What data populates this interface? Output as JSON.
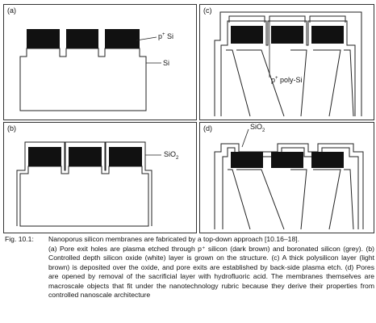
{
  "panels": {
    "a": {
      "label": "(a)",
      "p_si": "p",
      "p_si_sup": "+",
      "p_si_suffix": " Si",
      "si": "Si"
    },
    "b": {
      "label": "(b)",
      "sio2": "SiO",
      "sio2_sub": "2"
    },
    "c": {
      "label": "(c)",
      "poly_prefix": "p",
      "poly_sup": "+",
      "poly_suffix": " poly-Si"
    },
    "d": {
      "label": "(d)",
      "sio2": "SiO",
      "sio2_sub": "2"
    }
  },
  "caption": {
    "number": "Fig. 10.1:",
    "title": "Nanoporus silicon membranes are fabricated by a top-down approach [10.16–18].",
    "body": "(a) Pore exit holes are plasma etched through p⁺ silicon (dark brown) and boronated silicon (grey). (b) Controlled depth silicon oxide (white) layer is grown on the structure. (c) A thick polysilicon layer (light brown) is deposited over the oxide, and pore exits are established by back-side plasma etch. (d) Pores are opened by removal of the sacrificial layer with hydrofluoric acid. The membranes themselves are macroscale objects that fit under the nanotechnology rubric because they derive their properties from controlled nanoscale architecture"
  },
  "colors": {
    "dark": "#111111",
    "line": "#222222"
  }
}
